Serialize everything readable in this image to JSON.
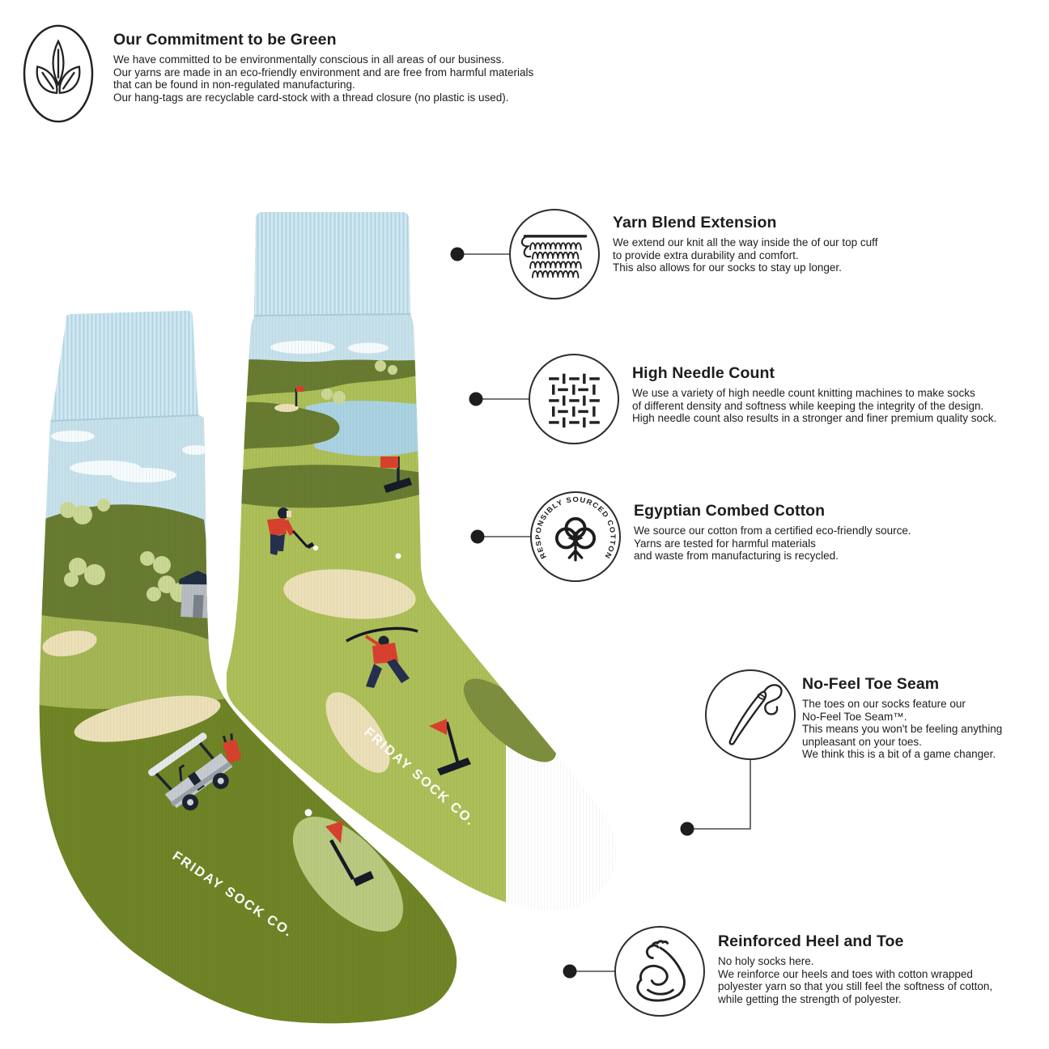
{
  "brand": {
    "sock_imprint": "FRIDAY SOCK CO."
  },
  "green_commitment": {
    "title": "Our Commitment to be Green",
    "lines": [
      "We have committed to be environmentally conscious in all areas of our business.",
      "Our yarns are made in an eco-friendly environment and are free from harmful materials",
      "that can be found in non-regulated manufacturing.",
      "Our hang-tags are recyclable card-stock with a thread closure (no plastic is used)."
    ]
  },
  "callouts": {
    "yarn_blend": {
      "title": "Yarn Blend Extension",
      "lines": [
        "We extend our knit all the way inside the of our top cuff",
        "to provide extra durability and comfort.",
        "This also allows for our socks to stay up longer."
      ]
    },
    "needle_count": {
      "title": "High Needle Count",
      "lines": [
        "We use a variety of high needle count knitting machines to make socks",
        "of different density and softness while keeping the integrity of the design.",
        "High needle count also results in a stronger and finer premium quality sock."
      ]
    },
    "cotton": {
      "title": "Egyptian Combed Cotton",
      "badge": "RESPONSIBLY SOURCED COTTON",
      "lines": [
        "We source our cotton from a certified eco-friendly source.",
        "Yarns are tested for harmful materials",
        "and waste from manufacturing is recycled."
      ]
    },
    "toe_seam": {
      "title": "No-Feel Toe Seam",
      "lines": [
        "The toes on our socks feature our",
        "No-Feel Toe Seam™.",
        "This means you won't be feeling anything",
        "unpleasant on your toes.",
        "We think this is a bit of a game changer."
      ]
    },
    "heel_toe": {
      "title": "Reinforced Heel and Toe",
      "lines": [
        "No holy socks here.",
        "We reinforce our heels and toes with cotton wrapped",
        "polyester yarn so that you still feel the softness of cotton,",
        "while getting the strength of polyester."
      ]
    }
  },
  "colors": {
    "background": "#ffffff",
    "text": "#1d1d1d",
    "connector_line": "#4a4a4a",
    "cuff_blue": "#c2dfeb",
    "sky_blue": "#c7e1ec",
    "hill_dark_green": "#687b31",
    "grass_green": "#a4b654",
    "foot_olive": "#6f8426",
    "apple_green": "#adbf58",
    "putting_green": "#b9ca80",
    "sand_cream": "#ece0b8",
    "water_blue": "#aad2e2",
    "flag_red": "#d8402e",
    "golfer_navy": "#252f4e",
    "imprint_white": "#ffffff"
  }
}
